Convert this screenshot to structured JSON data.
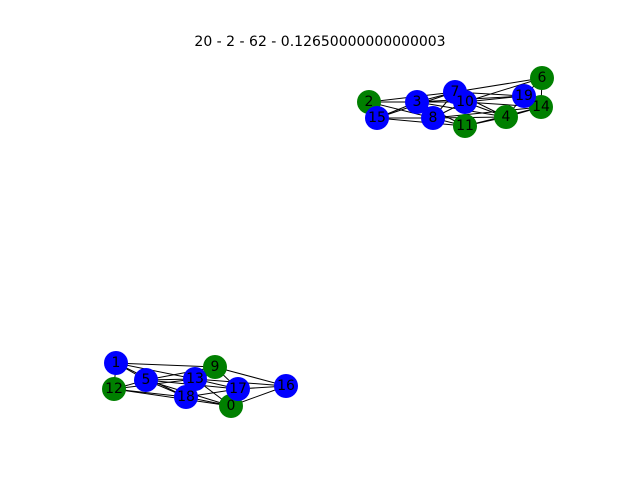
{
  "figure": {
    "title": "20 - 2 - 62 - 0.12650000000000003"
  },
  "colors": {
    "group_a": "#0000ff",
    "group_b": "#008000",
    "edge": "#000000",
    "background": "#ffffff"
  },
  "graph": {
    "nodes": [
      {
        "id": "0",
        "color": "group_b"
      },
      {
        "id": "1",
        "color": "group_a"
      },
      {
        "id": "2",
        "color": "group_b"
      },
      {
        "id": "3",
        "color": "group_a"
      },
      {
        "id": "4",
        "color": "group_b"
      },
      {
        "id": "5",
        "color": "group_a"
      },
      {
        "id": "6",
        "color": "group_b"
      },
      {
        "id": "7",
        "color": "group_a"
      },
      {
        "id": "8",
        "color": "group_a"
      },
      {
        "id": "9",
        "color": "group_b"
      },
      {
        "id": "10",
        "color": "group_a"
      },
      {
        "id": "11",
        "color": "group_b"
      },
      {
        "id": "12",
        "color": "group_b"
      },
      {
        "id": "13",
        "color": "group_a"
      },
      {
        "id": "14",
        "color": "group_b"
      },
      {
        "id": "15",
        "color": "group_a"
      },
      {
        "id": "16",
        "color": "group_a"
      },
      {
        "id": "17",
        "color": "group_a"
      },
      {
        "id": "18",
        "color": "group_a"
      },
      {
        "id": "19",
        "color": "group_a"
      }
    ],
    "edges": [
      [
        "1",
        "9"
      ],
      [
        "1",
        "13"
      ],
      [
        "1",
        "5"
      ],
      [
        "1",
        "12"
      ],
      [
        "1",
        "18"
      ],
      [
        "12",
        "5"
      ],
      [
        "12",
        "13"
      ],
      [
        "12",
        "18"
      ],
      [
        "12",
        "0"
      ],
      [
        "5",
        "13"
      ],
      [
        "5",
        "18"
      ],
      [
        "5",
        "17"
      ],
      [
        "5",
        "9"
      ],
      [
        "5",
        "0"
      ],
      [
        "13",
        "18"
      ],
      [
        "13",
        "17"
      ],
      [
        "13",
        "9"
      ],
      [
        "13",
        "0"
      ],
      [
        "13",
        "16"
      ],
      [
        "18",
        "17"
      ],
      [
        "18",
        "0"
      ],
      [
        "18",
        "9"
      ],
      [
        "9",
        "17"
      ],
      [
        "9",
        "16"
      ],
      [
        "17",
        "0"
      ],
      [
        "17",
        "16"
      ],
      [
        "0",
        "16"
      ],
      [
        "2",
        "15"
      ],
      [
        "2",
        "3"
      ],
      [
        "2",
        "8"
      ],
      [
        "2",
        "7"
      ],
      [
        "15",
        "3"
      ],
      [
        "15",
        "8"
      ],
      [
        "15",
        "11"
      ],
      [
        "15",
        "7"
      ],
      [
        "3",
        "7"
      ],
      [
        "3",
        "8"
      ],
      [
        "3",
        "10"
      ],
      [
        "3",
        "11"
      ],
      [
        "3",
        "4"
      ],
      [
        "7",
        "10"
      ],
      [
        "7",
        "8"
      ],
      [
        "7",
        "6"
      ],
      [
        "7",
        "19"
      ],
      [
        "7",
        "4"
      ],
      [
        "8",
        "10"
      ],
      [
        "8",
        "11"
      ],
      [
        "8",
        "4"
      ],
      [
        "10",
        "11"
      ],
      [
        "10",
        "4"
      ],
      [
        "10",
        "19"
      ],
      [
        "10",
        "14"
      ],
      [
        "10",
        "6"
      ],
      [
        "11",
        "4"
      ],
      [
        "11",
        "14"
      ],
      [
        "4",
        "19"
      ],
      [
        "4",
        "14"
      ],
      [
        "19",
        "14"
      ],
      [
        "19",
        "6"
      ],
      [
        "6",
        "14"
      ],
      [
        "3",
        "19"
      ],
      [
        "8",
        "14"
      ]
    ]
  }
}
